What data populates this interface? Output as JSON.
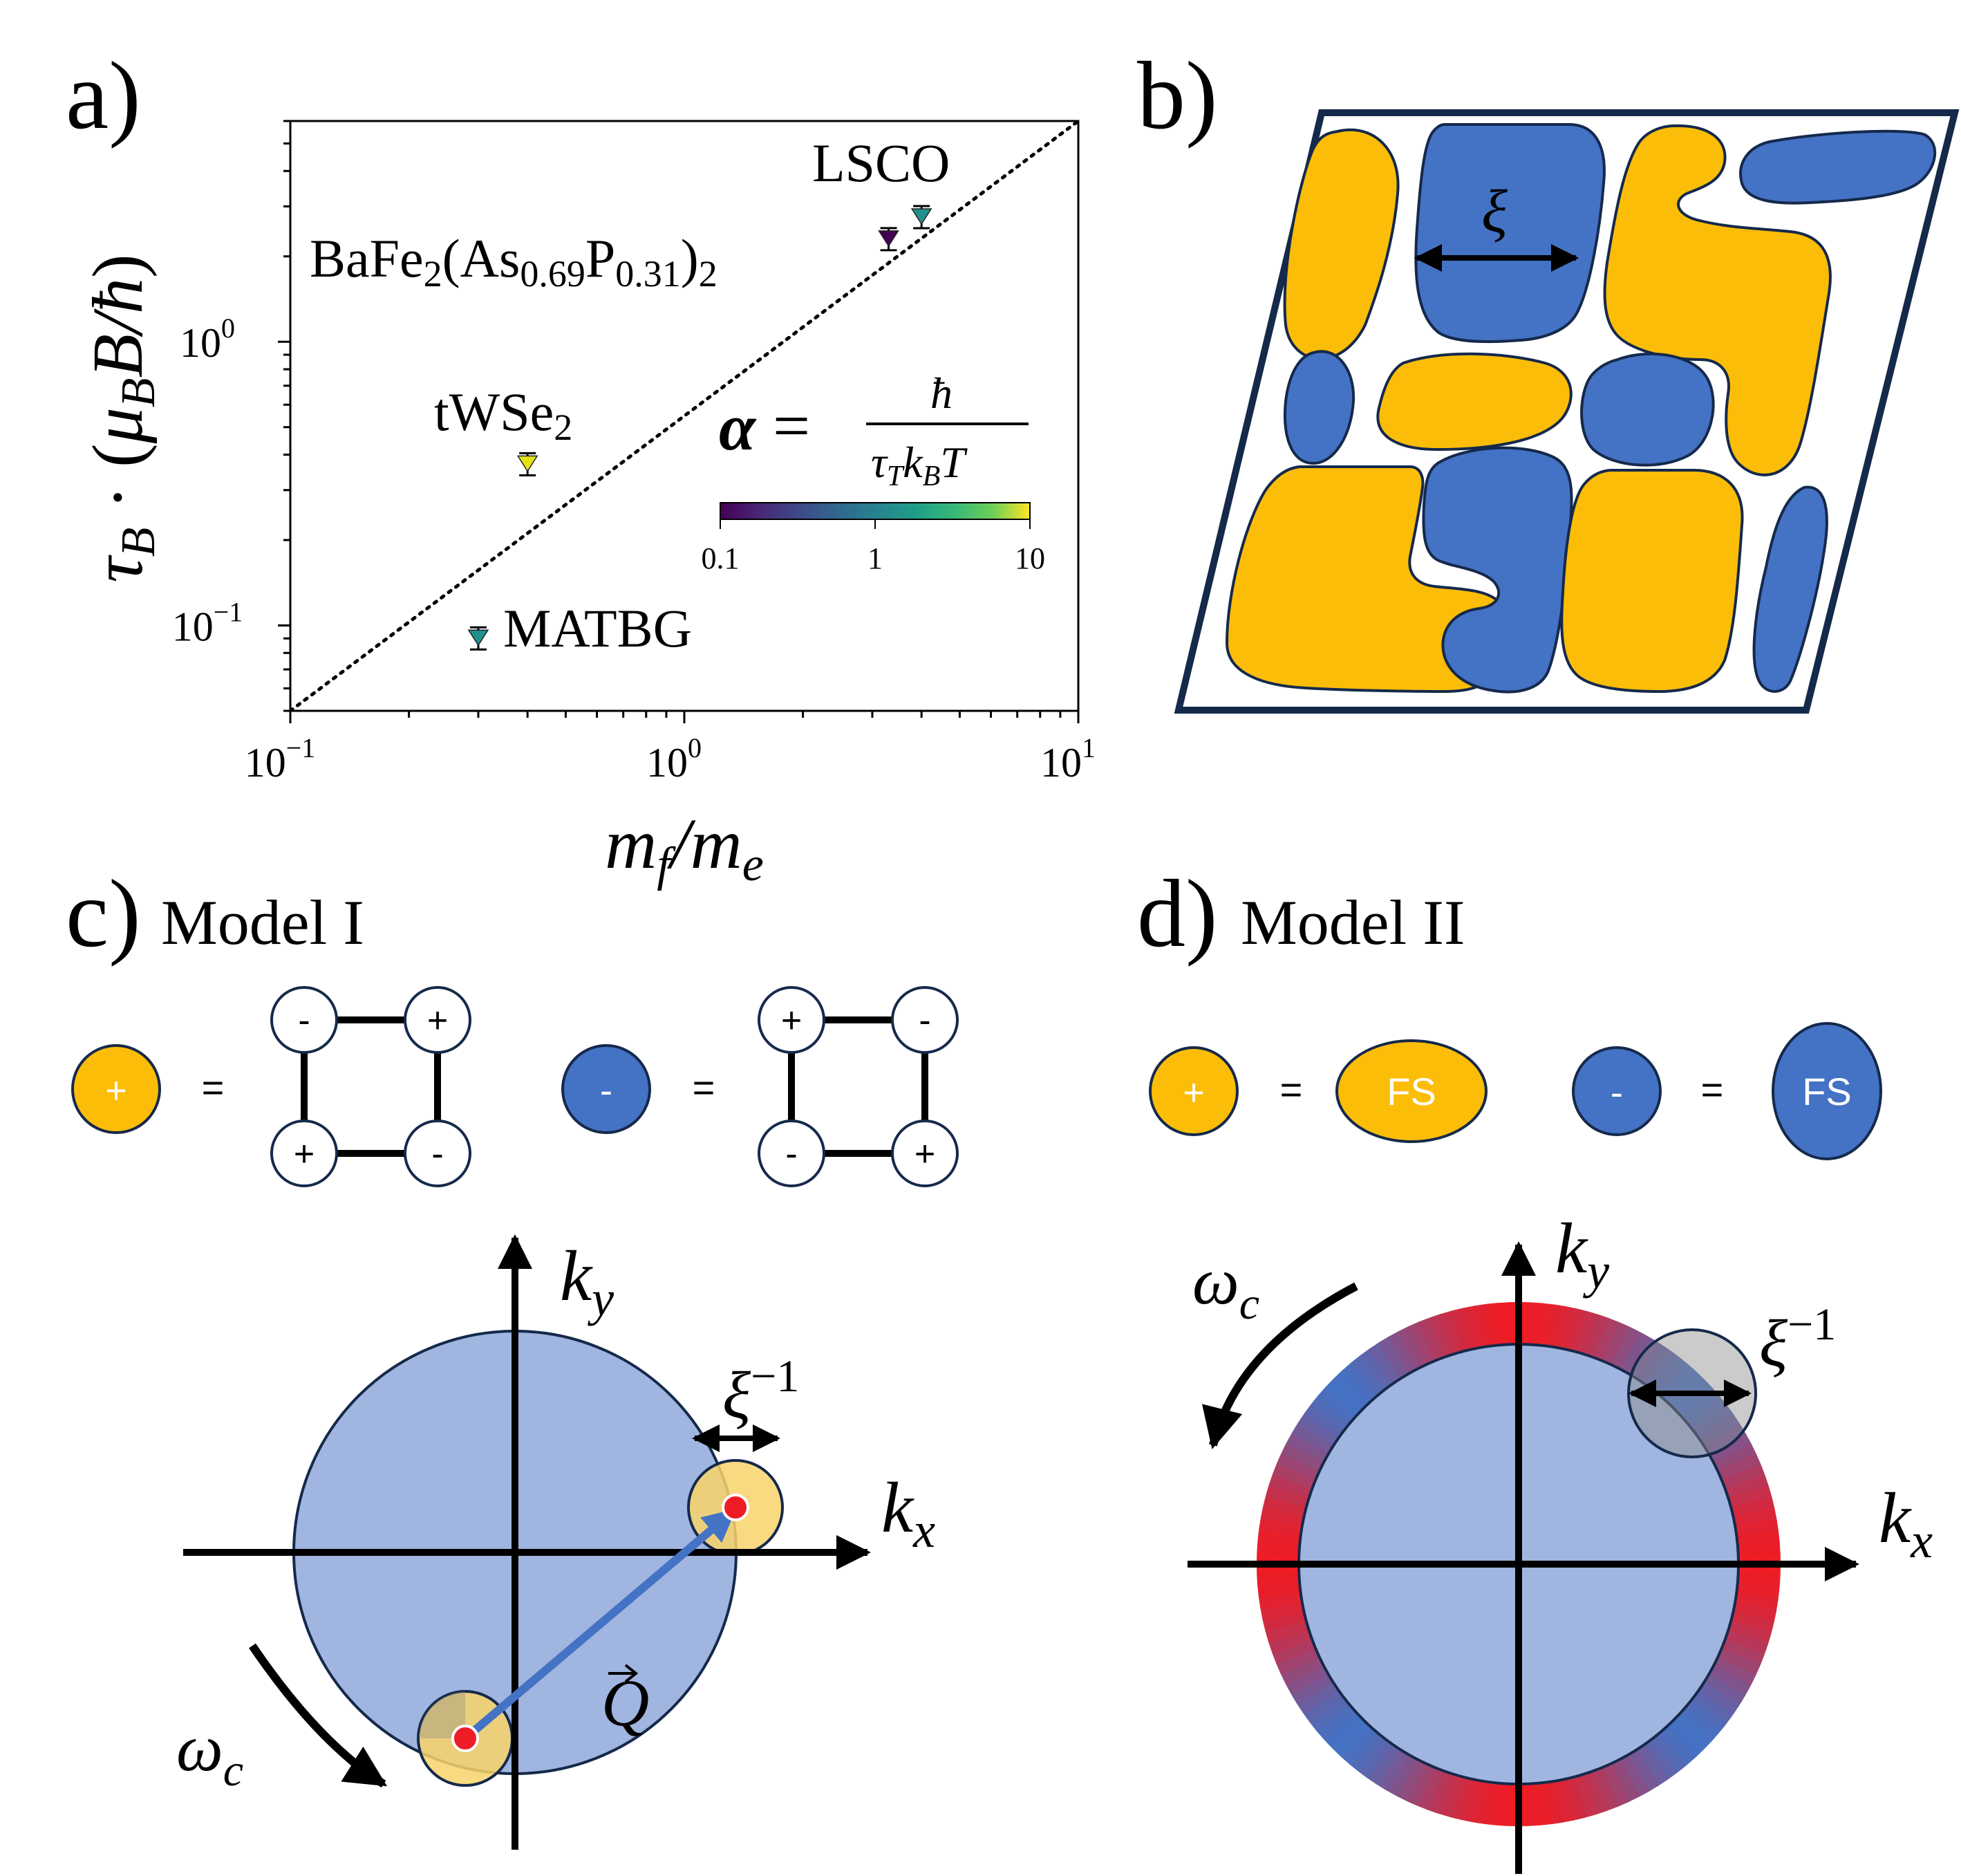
{
  "panels": {
    "a": {
      "label": "a)"
    },
    "b": {
      "label": "b)"
    },
    "c": {
      "label": "c)",
      "title": "Model I"
    },
    "d": {
      "label": "d)",
      "title": "Model II"
    }
  },
  "chart_data": {
    "type": "scatter",
    "xlabel": "m_f/m_e",
    "ylabel": "τ_B · (μ_B B/ħ)",
    "xscale": "log",
    "yscale": "log",
    "xlim": [
      0.1,
      10
    ],
    "ylim": [
      0.05,
      6
    ],
    "xticks": [
      {
        "value": 0.1,
        "base": "10",
        "exp": "−1"
      },
      {
        "value": 1,
        "base": "10",
        "exp": "0"
      },
      {
        "value": 10,
        "base": "10",
        "exp": "1"
      }
    ],
    "yticks": [
      {
        "value": 0.1,
        "base": "10",
        "exp": "−1"
      },
      {
        "value": 1,
        "base": "10",
        "exp": "0"
      }
    ],
    "points": [
      {
        "name": "LSCO",
        "x": 4.0,
        "y": 2.75,
        "alpha": 2.0,
        "color": "#21908c"
      },
      {
        "name": "BaFe2(As0.69P0.31)2",
        "x": 3.3,
        "y": 2.3,
        "alpha": 0.15,
        "color": "#440154"
      },
      {
        "name": "tWSe2",
        "x": 0.4,
        "y": 0.37,
        "alpha": 9,
        "color": "#e3e418"
      },
      {
        "name": "MATBG",
        "x": 0.3,
        "y": 0.09,
        "alpha": 1.3,
        "color": "#21908c"
      }
    ],
    "reference_line": {
      "style": "dotted",
      "points": [
        [
          0.1,
          0.05
        ],
        [
          10,
          6
        ]
      ]
    },
    "colorbar": {
      "label": "α = ħ / (τ_T k_B T)",
      "ticks": [
        "0.1",
        "1",
        "10"
      ],
      "scale": "log",
      "colormap": "viridis"
    }
  },
  "labels": {
    "LSCO": "LSCO",
    "bafe": {
      "p1": "BaFe",
      "s1": "2",
      "p2": "(As",
      "s2": "0.69",
      "p3": "P",
      "s3": "0.31",
      "p4": ")",
      "s4": "2"
    },
    "twse": {
      "p1": "tWSe",
      "s1": "2"
    },
    "matbg": "MATBG",
    "xi": "ξ",
    "plus": "+",
    "minus": "-",
    "eq": "=",
    "fs": "FS",
    "kx": "k",
    "kx_sub": "x",
    "ky": "k",
    "ky_sub": "y",
    "omega": "ω",
    "omega_sub": "c",
    "xi_inv": "ξ",
    "xi_inv_exp": "−1",
    "Q": "Q"
  },
  "colors": {
    "yellow": "#fbbd08",
    "blue": "#4472c4",
    "fermi_fill": "#a0b5df",
    "frame": "#15294b",
    "red": "#ee1c25"
  }
}
